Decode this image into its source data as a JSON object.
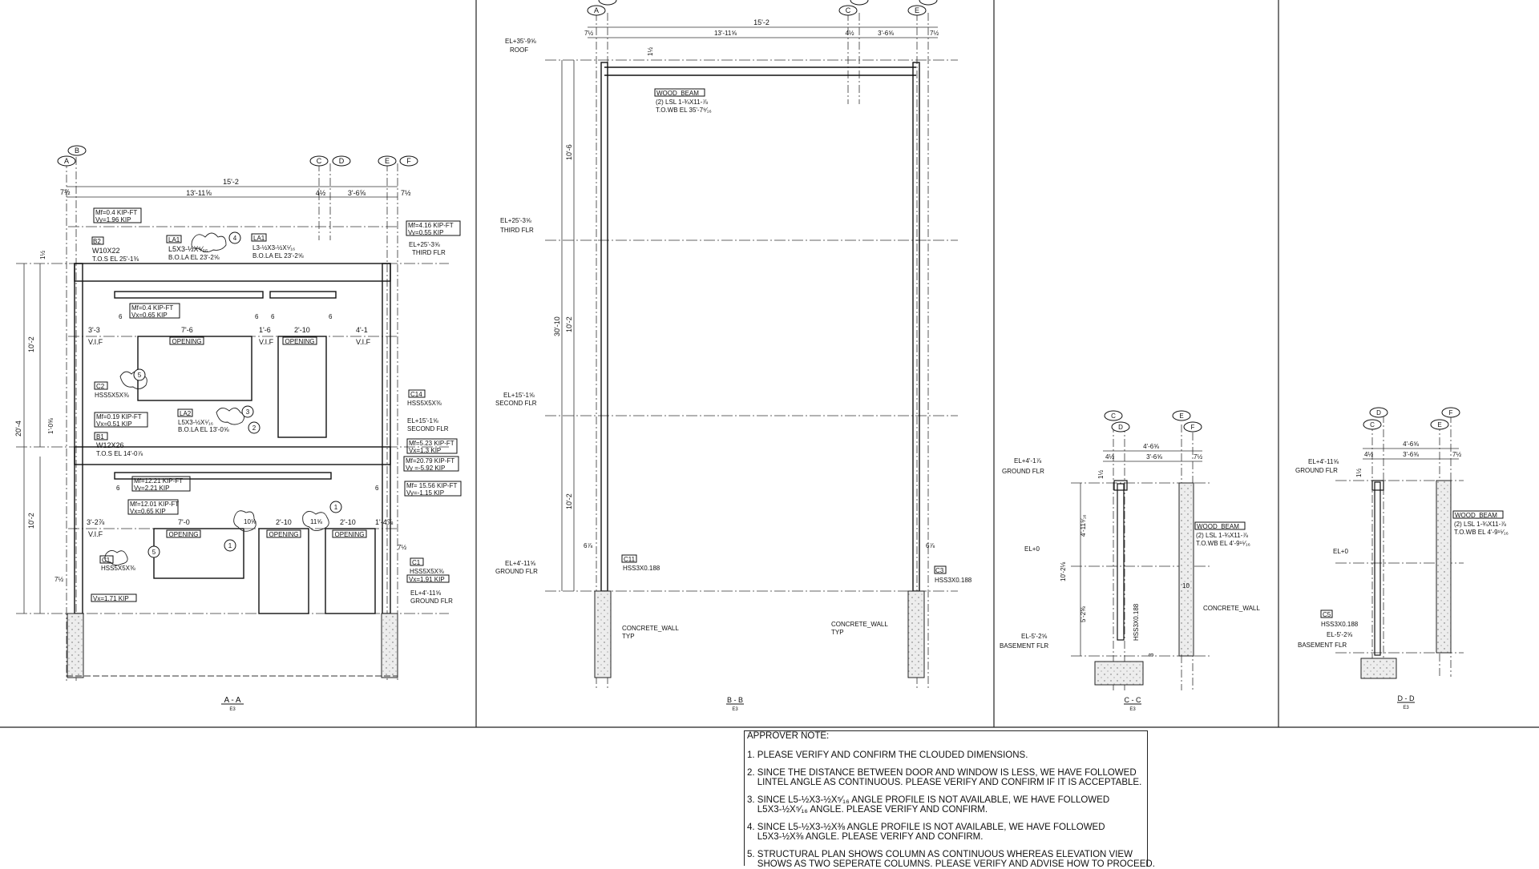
{
  "grids": {
    "A": "A",
    "B": "B",
    "C": "C",
    "D": "D",
    "E": "E",
    "F": "F"
  },
  "dims": {
    "d7h": "7½",
    "d13": "13'-11⅝",
    "d4h": "4½",
    "d3_6": "3'-6⅝",
    "d15": "15'-2",
    "d1h": "1½",
    "d6": "6",
    "d3_3": "3'-3",
    "d7_6": "7'-6",
    "d1_6": "1'-6",
    "d2_10": "2'-10",
    "d4_1": "4'-1",
    "d3_2": "3'-2⅞",
    "d7_0": "7'-0",
    "d1_4": "1'-4⅞",
    "d10h": "10⅝",
    "d11h": "11⅝",
    "d10_2": "10'-2",
    "d20_4": "20'-4",
    "d1_0": "1'-0⅝",
    "d10_6": "10'-6",
    "d30_10": "30'-10",
    "d6h": "6⅞",
    "d4_6": "4'-6⅝",
    "d4_11": "4'-11⁹⁄₁₆",
    "d10_2b": "10'-2⅛",
    "d5_2": "5'-2⅝",
    "d10": "10",
    "d3": "3"
  },
  "labels": {
    "vif": "V.I.F",
    "opening": "OPENING",
    "roof": "ROOF",
    "el35": "EL+35'-9⅝",
    "el25": "EL+25'-3⅝",
    "el15": "EL+15'-1⅝",
    "el4": "EL+4'-11⅝",
    "el0": "EL+0",
    "elm5": "EL-5'-2⅝",
    "el_r_thirdA": "EL+25'-3⅝",
    "thirdflr": "THIRD FLR",
    "secondflr": "SECOND FLR",
    "groundflr": "GROUND FLR",
    "basementflr": "BASEMENT FLR",
    "el_sec_a": "EL+15'-1⅝",
    "el_gr_a": "EL+4'-11⅝",
    "el_gr_c": "EL+4'-1⅞",
    "el_gr_d": "EL+4'-11⅝",
    "b2": "B2",
    "b2_size": "W10X22",
    "b2_tos": "T.O.S EL 25'-1⅜",
    "la1a": "LA1",
    "la1a_size": "L5X3-½X⁵⁄₁₆",
    "la1a_bola": "B.O.LA EL 23'-2⅝",
    "la1b": "LA1",
    "la1b_size": "L3-½X3-½X⁵⁄₁₆",
    "la1b_bola": "B.O.LA EL 23'-2⅝",
    "la2": "LA2",
    "la2_size": "L5X3-½X⁵⁄₁₆",
    "la2_bola": "B.O.LA EL 13'-0⅝",
    "b1": "B1",
    "b1_size": "W12X26",
    "b1_tos": "T.O.S EL 14'-0⅞",
    "c2": "C2",
    "c2_size": "HSS5X5X⅜",
    "c1": "C1",
    "c1_size": "HSS5X5X⅜",
    "c14": "C14",
    "c14_size": "HSS5X5X⅜",
    "c1b": "C1",
    "c1b_size": "HSS5X5X⅜",
    "m1": "Mf=0.4 KIP-FT",
    "v1": "Vy=1.96 KIP",
    "m2": "Mf=4.16 KIP-FT",
    "v2": "Vy=0.55 KIP",
    "m3": "Mf=0.4 KIP-FT",
    "v3": "Vx=0.65 KIP",
    "m4": "Mf=0.19 KIP-FT",
    "v4": "Vx=0.51 KIP",
    "m5": "Mf=5.23 KIP-FT",
    "v5": "Vx=1.3 KIP",
    "m6": "Mf=20.79 KIP-FT",
    "v6": "Vy =-5.92 KIP",
    "m7": "Mf=12.21 KIP-FT",
    "v7": "Vy=2.21 KIP",
    "m8": "Mf=12.01 KIP-FT",
    "v8": "Vx=0.65 KIP",
    "m9": "Mf= 15.56 KIP-FT",
    "v9": "Vy=-1.15 KIP",
    "v10": "Vx=1.91 KIP",
    "v11": "Vx=1.71 KIP",
    "woodbeam": "WOOD_BEAM",
    "lsl": "(2) LSL 1-¾X11-⅞",
    "towb": "T.O.WB EL 35'-7⁹⁄₁₆",
    "towb_c": "T.O.WB EL 4'-9¹⁵⁄₁₆",
    "towb_d": "T.O.WB EL 4'-9¹⁵⁄₁₆",
    "c11": "C11",
    "c11_size": "HSS3X0.188",
    "c3": "C3",
    "c3_size": "HSS3X0.188",
    "c5": "C5",
    "c5_size": "HSS3X0.188",
    "hss_vert": "HSS3X0.188",
    "cwall": "CONCRETE_WALL",
    "typ": "TYP",
    "n1": "1",
    "n2": "2",
    "n3": "3",
    "n4": "4",
    "n5": "5"
  },
  "sections": {
    "aa": "A - A",
    "bb": "B - B",
    "cc": "C - C",
    "dd": "D - D",
    "ref": "E3"
  },
  "approver_note": {
    "title": "APPROVER NOTE:",
    "items": [
      "1. PLEASE VERIFY AND CONFIRM THE CLOUDED DIMENSIONS.",
      "2. SINCE THE DISTANCE BETWEEN DOOR AND WINDOW IS LESS, WE HAVE FOLLOWED\n    LINTEL ANGLE AS CONTINUOUS. PLEASE VERIFY AND CONFIRM IF IT IS ACCEPTABLE.",
      "3. SINCE L5-½X3-½X⁵⁄₁₆ ANGLE PROFILE IS NOT AVAILABLE, WE HAVE FOLLOWED\n    L5X3-½X⁵⁄₁₆ ANGLE. PLEASE VERIFY AND CONFIRM.",
      "4. SINCE L5-½X3-½X⅜ ANGLE PROFILE IS NOT AVAILABLE, WE HAVE FOLLOWED\n    L5X3-½X⅜ ANGLE. PLEASE VERIFY AND CONFIRM.",
      "5. STRUCTURAL PLAN SHOWS COLUMN AS CONTINUOUS WHEREAS ELEVATION VIEW\n    SHOWS AS TWO SEPERATE COLUMNS. PLEASE VERIFY AND ADVISE HOW TO PROCEED."
    ]
  },
  "colors": {
    "line": "#111111",
    "dash": "#333333",
    "concrete": "#e6e6e6",
    "paper": "#ffffff"
  }
}
